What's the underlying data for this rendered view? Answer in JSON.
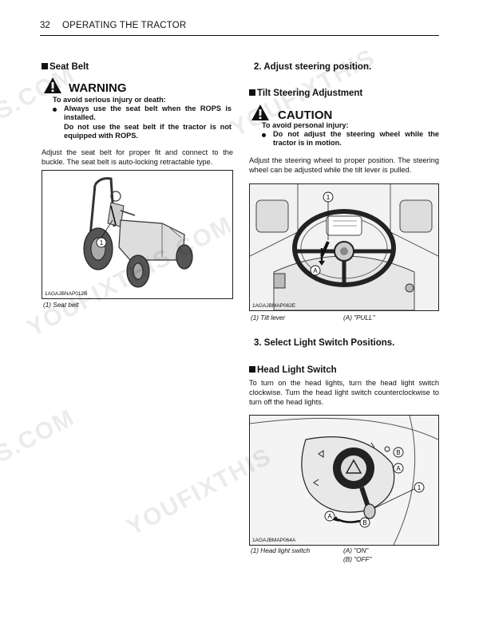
{
  "header": {
    "page_number": "32",
    "title": "OPERATING THE TRACTOR"
  },
  "seat_belt": {
    "heading": "Seat Belt",
    "warning": {
      "word": "WARNING",
      "intro": "To avoid serious injury or death:",
      "bullet_1": "Always use the seat belt when the ROPS is installed.",
      "bullet_1_cont": "Do not use the seat belt if the tractor is not equipped with ROPS."
    },
    "body": "Adjust the seat belt for proper fit and connect to the buckle. The seat belt is auto-locking retractable type.",
    "figure": {
      "code": "1AGAJBNAP012B",
      "callout": "1"
    },
    "caption_1": "(1) Seat belt"
  },
  "steering": {
    "step": "2.  Adjust steering position.",
    "heading": "Tilt Steering Adjustment",
    "caution": {
      "word": "CAUTION",
      "intro": "To avoid personal injury:",
      "bullet_1": "Do not adjust the steering wheel while the tractor is in motion."
    },
    "body": "Adjust the steering wheel to proper position. The steering wheel can be adjusted while the tilt lever is pulled.",
    "figure": {
      "code": "1AGAJBMAP062E",
      "callout_1": "1",
      "callout_a": "A"
    },
    "caption_1": "(1) Tilt lever",
    "caption_a": "(A) \"PULL\""
  },
  "lights": {
    "step": "3.  Select Light Switch Positions.",
    "heading": "Head Light Switch",
    "body": "To turn on the head lights, turn the head light switch clockwise. Turn the head light switch counterclockwise to turn off the head lights.",
    "figure": {
      "code": "1AGAJBMAP064A",
      "callout_1": "1",
      "callout_a": "A",
      "callout_b": "B"
    },
    "caption_1": "(1) Head light switch",
    "caption_a": "(A) \"ON\"",
    "caption_b": "(B) \"OFF\""
  },
  "watermark": {
    "text_1": "S.COM",
    "text_2": "YOUFIXTHIS",
    "text_3": "YOUFIXTHIS.COM",
    "text_4": "S.COM",
    "text_5": "YOUFIXTHIS"
  }
}
